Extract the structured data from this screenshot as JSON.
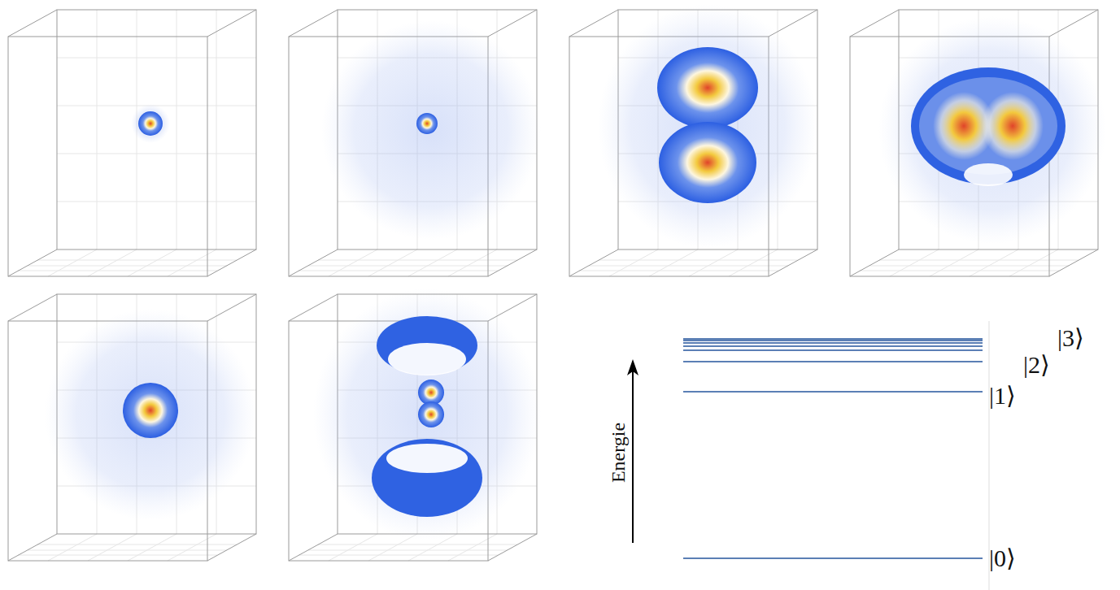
{
  "diagram": {
    "labels": [
      "Energie",
      "|0⟩",
      "|1⟩",
      "|2⟩",
      "|3⟩"
    ]
  }
}
